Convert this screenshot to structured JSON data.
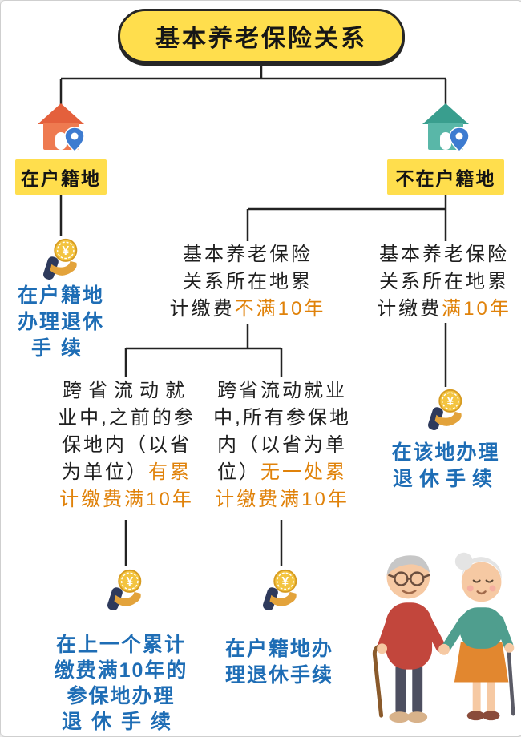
{
  "title": "基本养老保险关系",
  "labels": {
    "left": "在户籍地",
    "right": "不在户籍地"
  },
  "cond_mid": {
    "l1": "基本养老保险",
    "l2": "关系所在地累",
    "l3a": "计缴费",
    "l3b": "不满10年"
  },
  "cond_right": {
    "l1": "基本养老保险",
    "l2": "关系所在地累",
    "l3a": "计缴费",
    "l3b": "满10年"
  },
  "cond_sub_left": {
    "l1": "跨省流动就",
    "l2": "业中,之前的参",
    "l3": "保地内（以省",
    "l4a": "为单位）",
    "l4b": "有累",
    "l5": "计缴费满10年"
  },
  "cond_sub_right": {
    "l1": "跨省流动就业",
    "l2": "中,所有参保地",
    "l3": "内（以省为单",
    "l4a": "位）",
    "l4b": "无一处累",
    "l5": "计缴费满10年"
  },
  "outcome_left": {
    "l1": "在户籍地",
    "l2": "办理退休",
    "l3": "手续"
  },
  "outcome_right": {
    "l1": "在该地办理",
    "l2": "退休手续"
  },
  "outcome_bottom_left": {
    "l1": "在上一个累计",
    "l2": "缴费满10年的",
    "l3": "参保地办理",
    "l4": "退休手续"
  },
  "outcome_bottom_mid": {
    "l1": "在户籍地办",
    "l2": "理退休手续"
  },
  "icons": {
    "coin_symbol": "¥"
  },
  "colors": {
    "highlight_yellow": "#ffde4d",
    "key_orange": "#e0820a",
    "outcome_blue": "#1e6db5",
    "house_left_orange": "#ee7a50",
    "house_right_teal": "#59b7a8",
    "pin_blue": "#3d7bd0"
  }
}
